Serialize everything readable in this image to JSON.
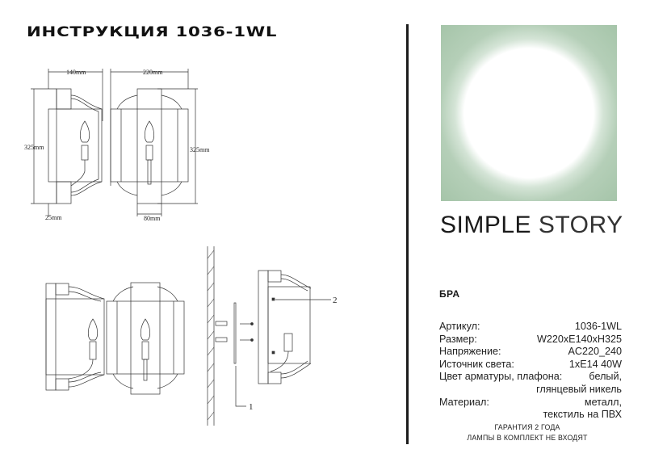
{
  "document": {
    "title": "ИНСТРУКЦИЯ 1036-1WL"
  },
  "dimensions": {
    "side_depth": "140mm",
    "side_height": "325mm",
    "side_base": "25mm",
    "front_width": "220mm",
    "front_height": "325mm",
    "front_base": "80mm"
  },
  "installation": {
    "callout_1": "1",
    "callout_2": "2"
  },
  "brand": {
    "name_part1": "SIMPLE",
    "name_part2": "STORY",
    "logo_colors": {
      "green": "#a3c3a7",
      "center": "#ffffff"
    }
  },
  "product": {
    "type": "БРА",
    "specs": [
      {
        "label": "Артикул:",
        "value": "1036-1WL"
      },
      {
        "label": "Размер:",
        "value": "W220xE140xH325"
      },
      {
        "label": "Напряжение:",
        "value": "AC220_240"
      },
      {
        "label": "Источник света:",
        "value": "1xE14 40W"
      },
      {
        "label": "Цвет арматуры, плафона:",
        "value": "белый,",
        "continuation": "глянцевый никель"
      },
      {
        "label": "Материал:",
        "value": "металл,",
        "continuation": "текстиль на ПВХ"
      }
    ]
  },
  "footer": {
    "warranty": "ГАРАНТИЯ 2 ГОДА",
    "lamps_note": "ЛАМПЫ В КОМПЛЕКТ НЕ ВХОДЯТ"
  }
}
